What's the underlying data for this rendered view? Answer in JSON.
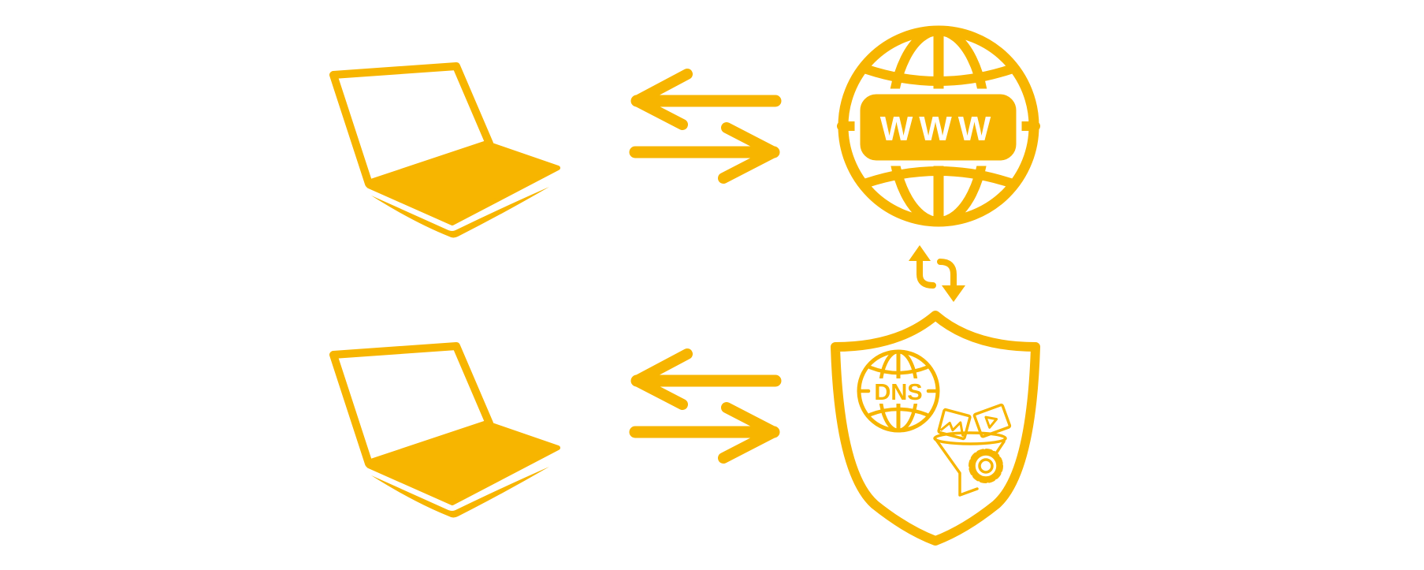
{
  "colors": {
    "accent": "#F7B500",
    "background": "#ffffff"
  },
  "nodes": {
    "client_top": {
      "icon": "laptop-icon"
    },
    "client_bottom": {
      "icon": "laptop-icon"
    },
    "web": {
      "icon": "globe-icon",
      "label": "WWW"
    },
    "dns_filter": {
      "icon": "shield-icon",
      "label": "DNS"
    }
  },
  "connections": [
    {
      "from": "client_top",
      "to": "web",
      "icon": "bidirectional-arrows-icon"
    },
    {
      "from": "client_bottom",
      "to": "dns_filter",
      "icon": "bidirectional-arrows-icon"
    },
    {
      "from": "dns_filter",
      "to": "web",
      "icon": "sync-arrows-icon"
    }
  ]
}
